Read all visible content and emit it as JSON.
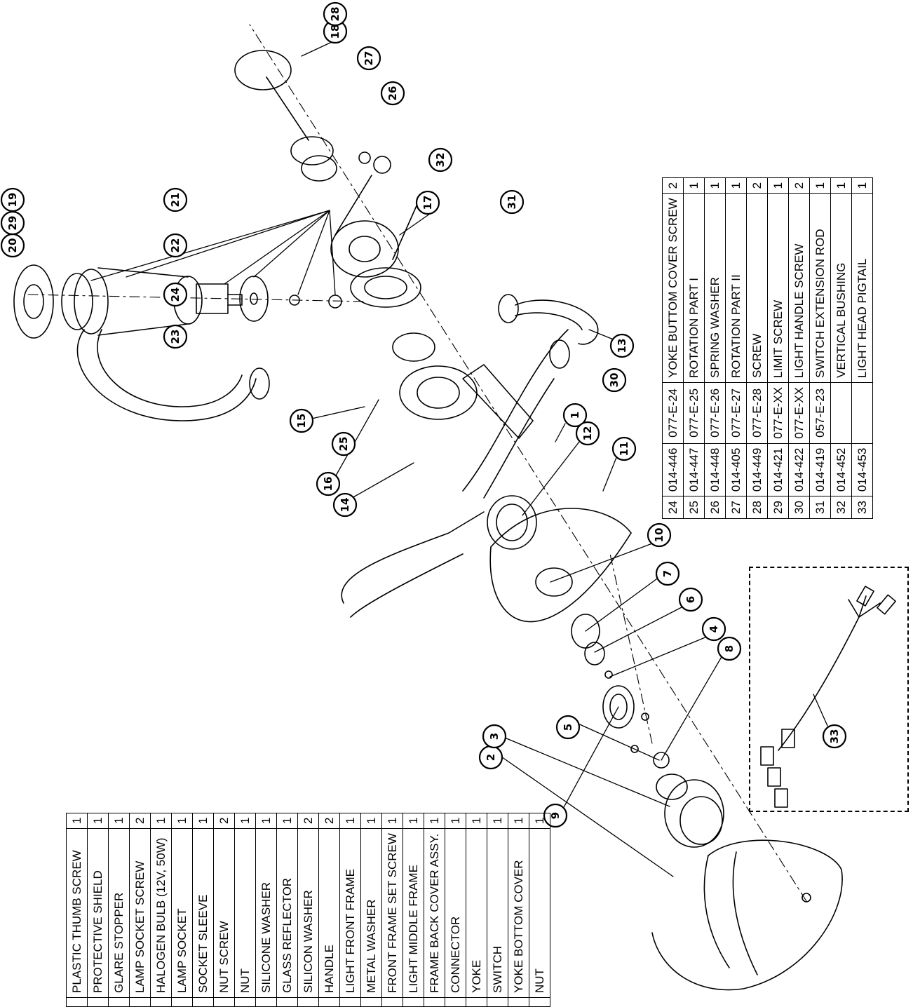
{
  "table_right": {
    "rows": [
      {
        "no": "24",
        "part": "014-446",
        "code": "077-E-24",
        "desc": "YOKE BUTTOM COVER SCREW",
        "qty": "2"
      },
      {
        "no": "25",
        "part": "014-447",
        "code": "077-E-25",
        "desc": "ROTATION PART I",
        "qty": "1"
      },
      {
        "no": "26",
        "part": "014-448",
        "code": "077-E-26",
        "desc": "SPRING WASHER",
        "qty": "1"
      },
      {
        "no": "27",
        "part": "014-405",
        "code": "077-E-27",
        "desc": "ROTATION PART II",
        "qty": "1"
      },
      {
        "no": "28",
        "part": "014-449",
        "code": "077-E-28",
        "desc": "SCREW",
        "qty": "2"
      },
      {
        "no": "29",
        "part": "014-421",
        "code": "077-E-XX",
        "desc": "LIMIT SCREW",
        "qty": "1"
      },
      {
        "no": "30",
        "part": "014-422",
        "code": "077-E-XX",
        "desc": "LIGHT HANDLE SCREW",
        "qty": "2"
      },
      {
        "no": "31",
        "part": "014-419",
        "code": "057-E-23",
        "desc": "SWITCH EXTENSION ROD",
        "qty": "1"
      },
      {
        "no": "32",
        "part": "014-452",
        "code": "",
        "desc": "VERTICAL BUSHING",
        "qty": "1"
      },
      {
        "no": "33",
        "part": "014-453",
        "code": "",
        "desc": "LIGHT HEAD PIGTAIL",
        "qty": "1"
      }
    ]
  },
  "table_left": {
    "rows": [
      {
        "desc": "PLASTIC THUMB SCREW",
        "qty": "1"
      },
      {
        "desc": "PROTECTIVE SHIELD",
        "qty": "1"
      },
      {
        "desc": "GLARE STOPPER",
        "qty": "1"
      },
      {
        "desc": "LAMP SOCKET SCREW",
        "qty": "2"
      },
      {
        "desc": "HALOGEN BULB (12V, 50W)",
        "qty": "1"
      },
      {
        "desc": "LAMP SOCKET",
        "qty": "1"
      },
      {
        "desc": "SOCKET SLEEVE",
        "qty": "1"
      },
      {
        "desc": "NUT SCREW",
        "qty": "2"
      },
      {
        "desc": "NUT",
        "qty": "1"
      },
      {
        "desc": "SILICONE WASHER",
        "qty": "1"
      },
      {
        "desc": "GLASS REFLECTOR",
        "qty": "1"
      },
      {
        "desc": "SILICON WASHER",
        "qty": "2"
      },
      {
        "desc": "HANDLE",
        "qty": "2"
      },
      {
        "desc": "LIGHT FRONT FRAME",
        "qty": "1"
      },
      {
        "desc": "METAL WASHER",
        "qty": "1"
      },
      {
        "desc": "FRONT FRAME SET SCREW",
        "qty": "1"
      },
      {
        "desc": "LIGHT MIDDLE FRAME",
        "qty": "1"
      },
      {
        "desc": "FRAME BACK COVER ASSY.",
        "qty": "1"
      },
      {
        "desc": "CONNECTOR",
        "qty": "1"
      },
      {
        "desc": "YOKE",
        "qty": "1"
      },
      {
        "desc": "SWITCH",
        "qty": "1"
      },
      {
        "desc": "YOKE BOTTOM COVER",
        "qty": "1"
      },
      {
        "desc": "NUT",
        "qty": "1"
      }
    ]
  },
  "callouts": [
    {
      "label": "1"
    },
    {
      "label": "2"
    },
    {
      "label": "3"
    },
    {
      "label": "4"
    },
    {
      "label": "5"
    },
    {
      "label": "6"
    },
    {
      "label": "7"
    },
    {
      "label": "8"
    },
    {
      "label": "9"
    },
    {
      "label": "10"
    },
    {
      "label": "11"
    },
    {
      "label": "12"
    },
    {
      "label": "13"
    },
    {
      "label": "14"
    },
    {
      "label": "15"
    },
    {
      "label": "16"
    },
    {
      "label": "17"
    },
    {
      "label": "18"
    },
    {
      "label": "19"
    },
    {
      "label": "20"
    },
    {
      "label": "21"
    },
    {
      "label": "22"
    },
    {
      "label": "23"
    },
    {
      "label": "24"
    },
    {
      "label": "25"
    },
    {
      "label": "26"
    },
    {
      "label": "27"
    },
    {
      "label": "28"
    },
    {
      "label": "29"
    },
    {
      "label": "30"
    },
    {
      "label": "31"
    },
    {
      "label": "32"
    },
    {
      "label": "33"
    }
  ]
}
